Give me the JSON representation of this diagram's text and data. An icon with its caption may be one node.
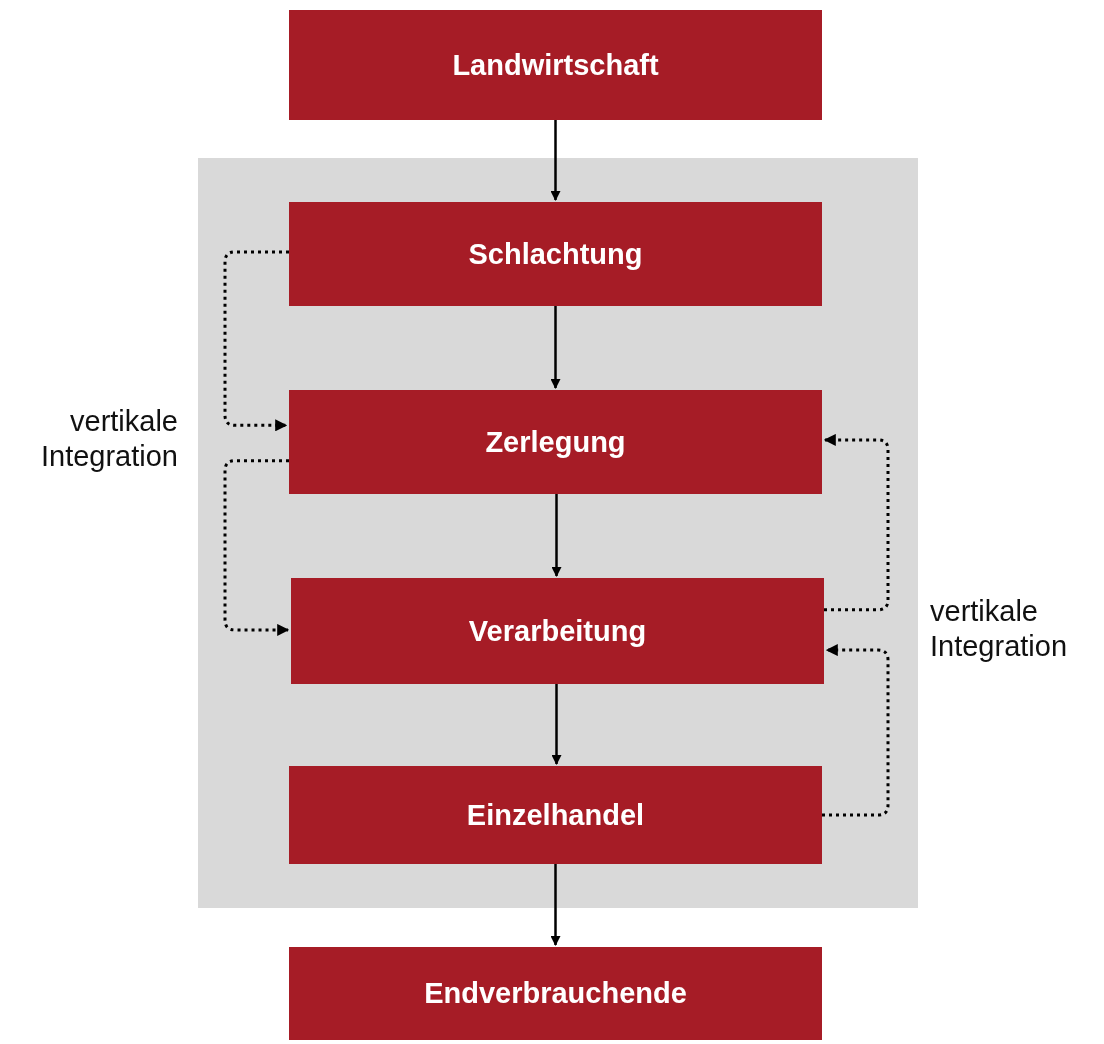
{
  "diagram": {
    "nodes": [
      {
        "text": [
          "Landwirtschaft"
        ]
      },
      {
        "text": [],
        "shape": "box"
      },
      {
        "text": [
          "Schlachtung"
        ],
        "in": 1
      },
      {
        "text": [
          "Zerlegung"
        ],
        "in": 1
      },
      {
        "text": [
          "Verarbeitung"
        ],
        "in": 1
      },
      {
        "text": [
          "Einzelhandel"
        ],
        "in": 1
      },
      {
        "text": [
          "Endverbrauchende"
        ]
      }
    ],
    "edges": [
      {
        "from": 0,
        "to": 2,
        "arrow": "to"
      },
      {
        "from": 2,
        "to": 3,
        "arrow": "to"
      },
      {
        "from": 3,
        "to": 4,
        "arrow": "to"
      },
      {
        "from": 4,
        "to": 5,
        "arrow": "to"
      },
      {
        "from": 5,
        "to": 6,
        "arrow": "to"
      },
      {
        "from": 2,
        "to": 3,
        "arrow": "to",
        "style": "dashed"
      },
      {
        "from": 3,
        "to": 4,
        "arrow": "to",
        "style": "dashed"
      },
      {
        "from": 4,
        "to": 3,
        "arrow": "to",
        "style": "dashed"
      },
      {
        "from": 5,
        "to": 4,
        "arrow": "to",
        "style": "dashed"
      }
    ],
    "labels": [
      "vertikale Integration",
      "vertikale Integration"
    ]
  }
}
